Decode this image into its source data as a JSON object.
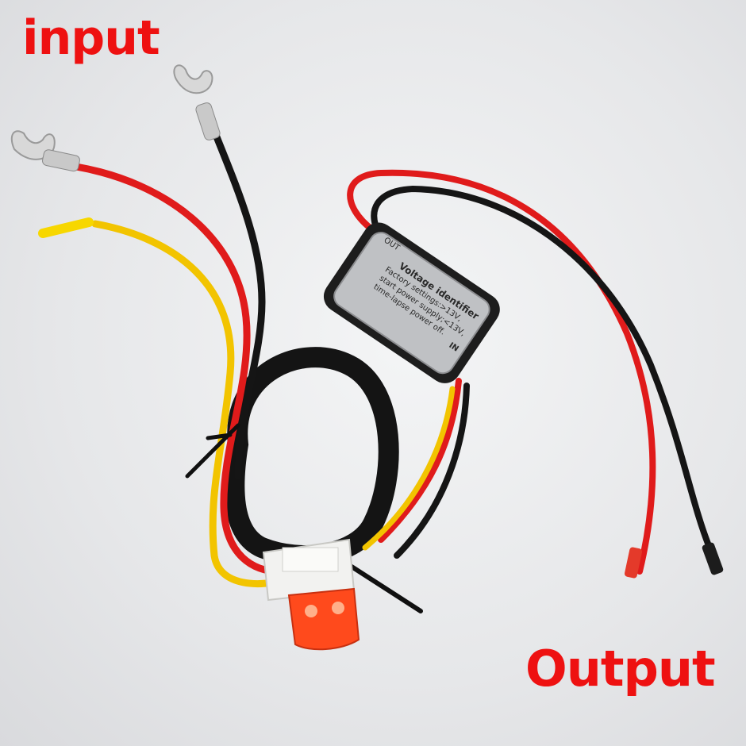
{
  "labels": {
    "input": "input",
    "output": "Output"
  },
  "module": {
    "title": "Voltage identifier",
    "line1": "Factory settings:>13V,",
    "line2": "start power supply;<13V,",
    "line3": "time-lapse power off.",
    "out_label": "OUT",
    "in_label": "IN"
  },
  "colors": {
    "label_red": "#ee1111",
    "wire_red": "#e01b1b",
    "wire_black": "#151515",
    "wire_yellow": "#f2c400",
    "fuse_red": "#ff4a1c"
  }
}
